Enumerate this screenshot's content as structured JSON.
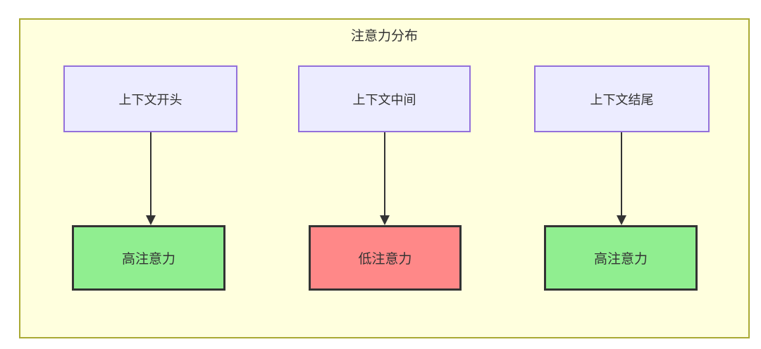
{
  "diagram": {
    "title": "注意力分布",
    "top_nodes": [
      {
        "label": "上下文开头"
      },
      {
        "label": "上下文中间"
      },
      {
        "label": "上下文结尾"
      }
    ],
    "bottom_nodes": [
      {
        "label": "高注意力",
        "level": "high"
      },
      {
        "label": "低注意力",
        "level": "low"
      },
      {
        "label": "高注意力",
        "level": "high"
      }
    ],
    "edges": [
      {
        "from": "上下文开头",
        "to": "高注意力"
      },
      {
        "from": "上下文中间",
        "to": "低注意力"
      },
      {
        "from": "上下文结尾",
        "to": "高注意力"
      }
    ],
    "colors": {
      "frame_fill": "#ffffde",
      "frame_border": "#aaaa33",
      "context_node_fill": "#ececff",
      "context_node_border": "#9370db",
      "high_attention_fill": "#90ee90",
      "low_attention_fill": "#ff8888",
      "result_node_border": "#333333",
      "arrow": "#333333",
      "text": "#333333",
      "page_background": "#ffffff"
    }
  }
}
